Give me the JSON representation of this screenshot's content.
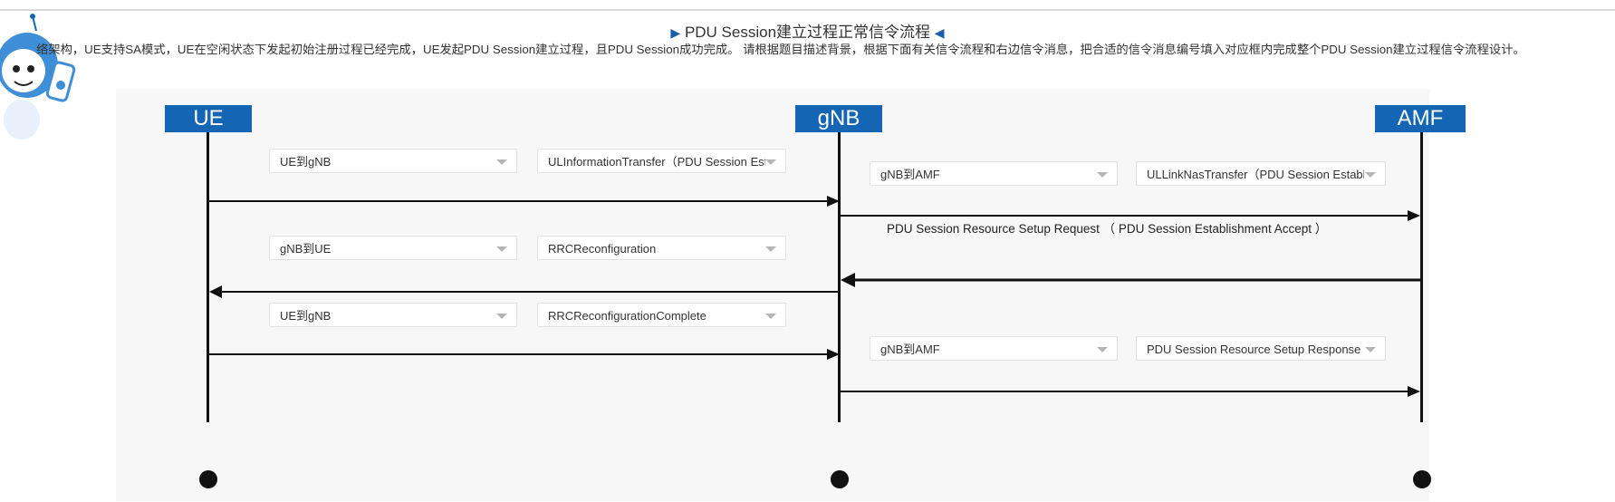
{
  "header": {
    "title": "PDU Session建立过程正常信令流程",
    "description": "络架构，UE支持SA模式，UE在空闲状态下发起初始注册过程已经完成，UE发起PDU Session建立过程，且PDU Session成功完成。 请根据题目描述背景，根据下面有关信令流程和右边信令消息，把合适的信令消息编号填入对应框内完成整个PDU Session建立过程信令流程设计。"
  },
  "nodes": {
    "ue": "UE",
    "gnb": "gNB",
    "amf": "AMF"
  },
  "steps": [
    {
      "direction": "UE到gNB",
      "message": "ULInformationTransfer（PDU Session Esta"
    },
    {
      "direction": "gNB到AMF",
      "message": "ULLinkNasTransfer（PDU Session Establis"
    },
    {
      "direction": "gNB到UE",
      "message": "RRCReconfiguration"
    },
    {
      "direction": "UE到gNB",
      "message": "RRCReconfigurationComplete"
    },
    {
      "direction": "gNB到AMF",
      "message": "PDU Session Resource Setup Response"
    }
  ],
  "fixed_message": "PDU Session Resource Setup Request （ PDU Session Establishment Accept ）",
  "colors": {
    "accent": "#1565b5",
    "line": "#111111"
  }
}
